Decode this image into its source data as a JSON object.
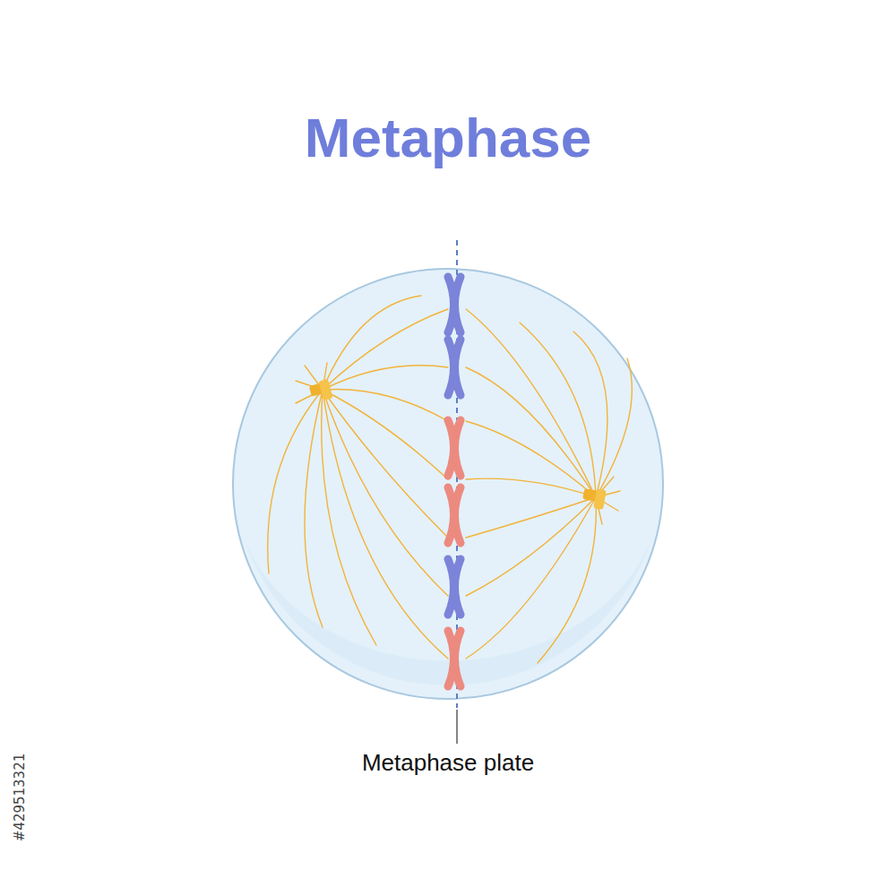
{
  "diagram": {
    "title": "Metaphase",
    "labels": [
      "Metaphase plate",
      "#429513321"
    ]
  }
}
